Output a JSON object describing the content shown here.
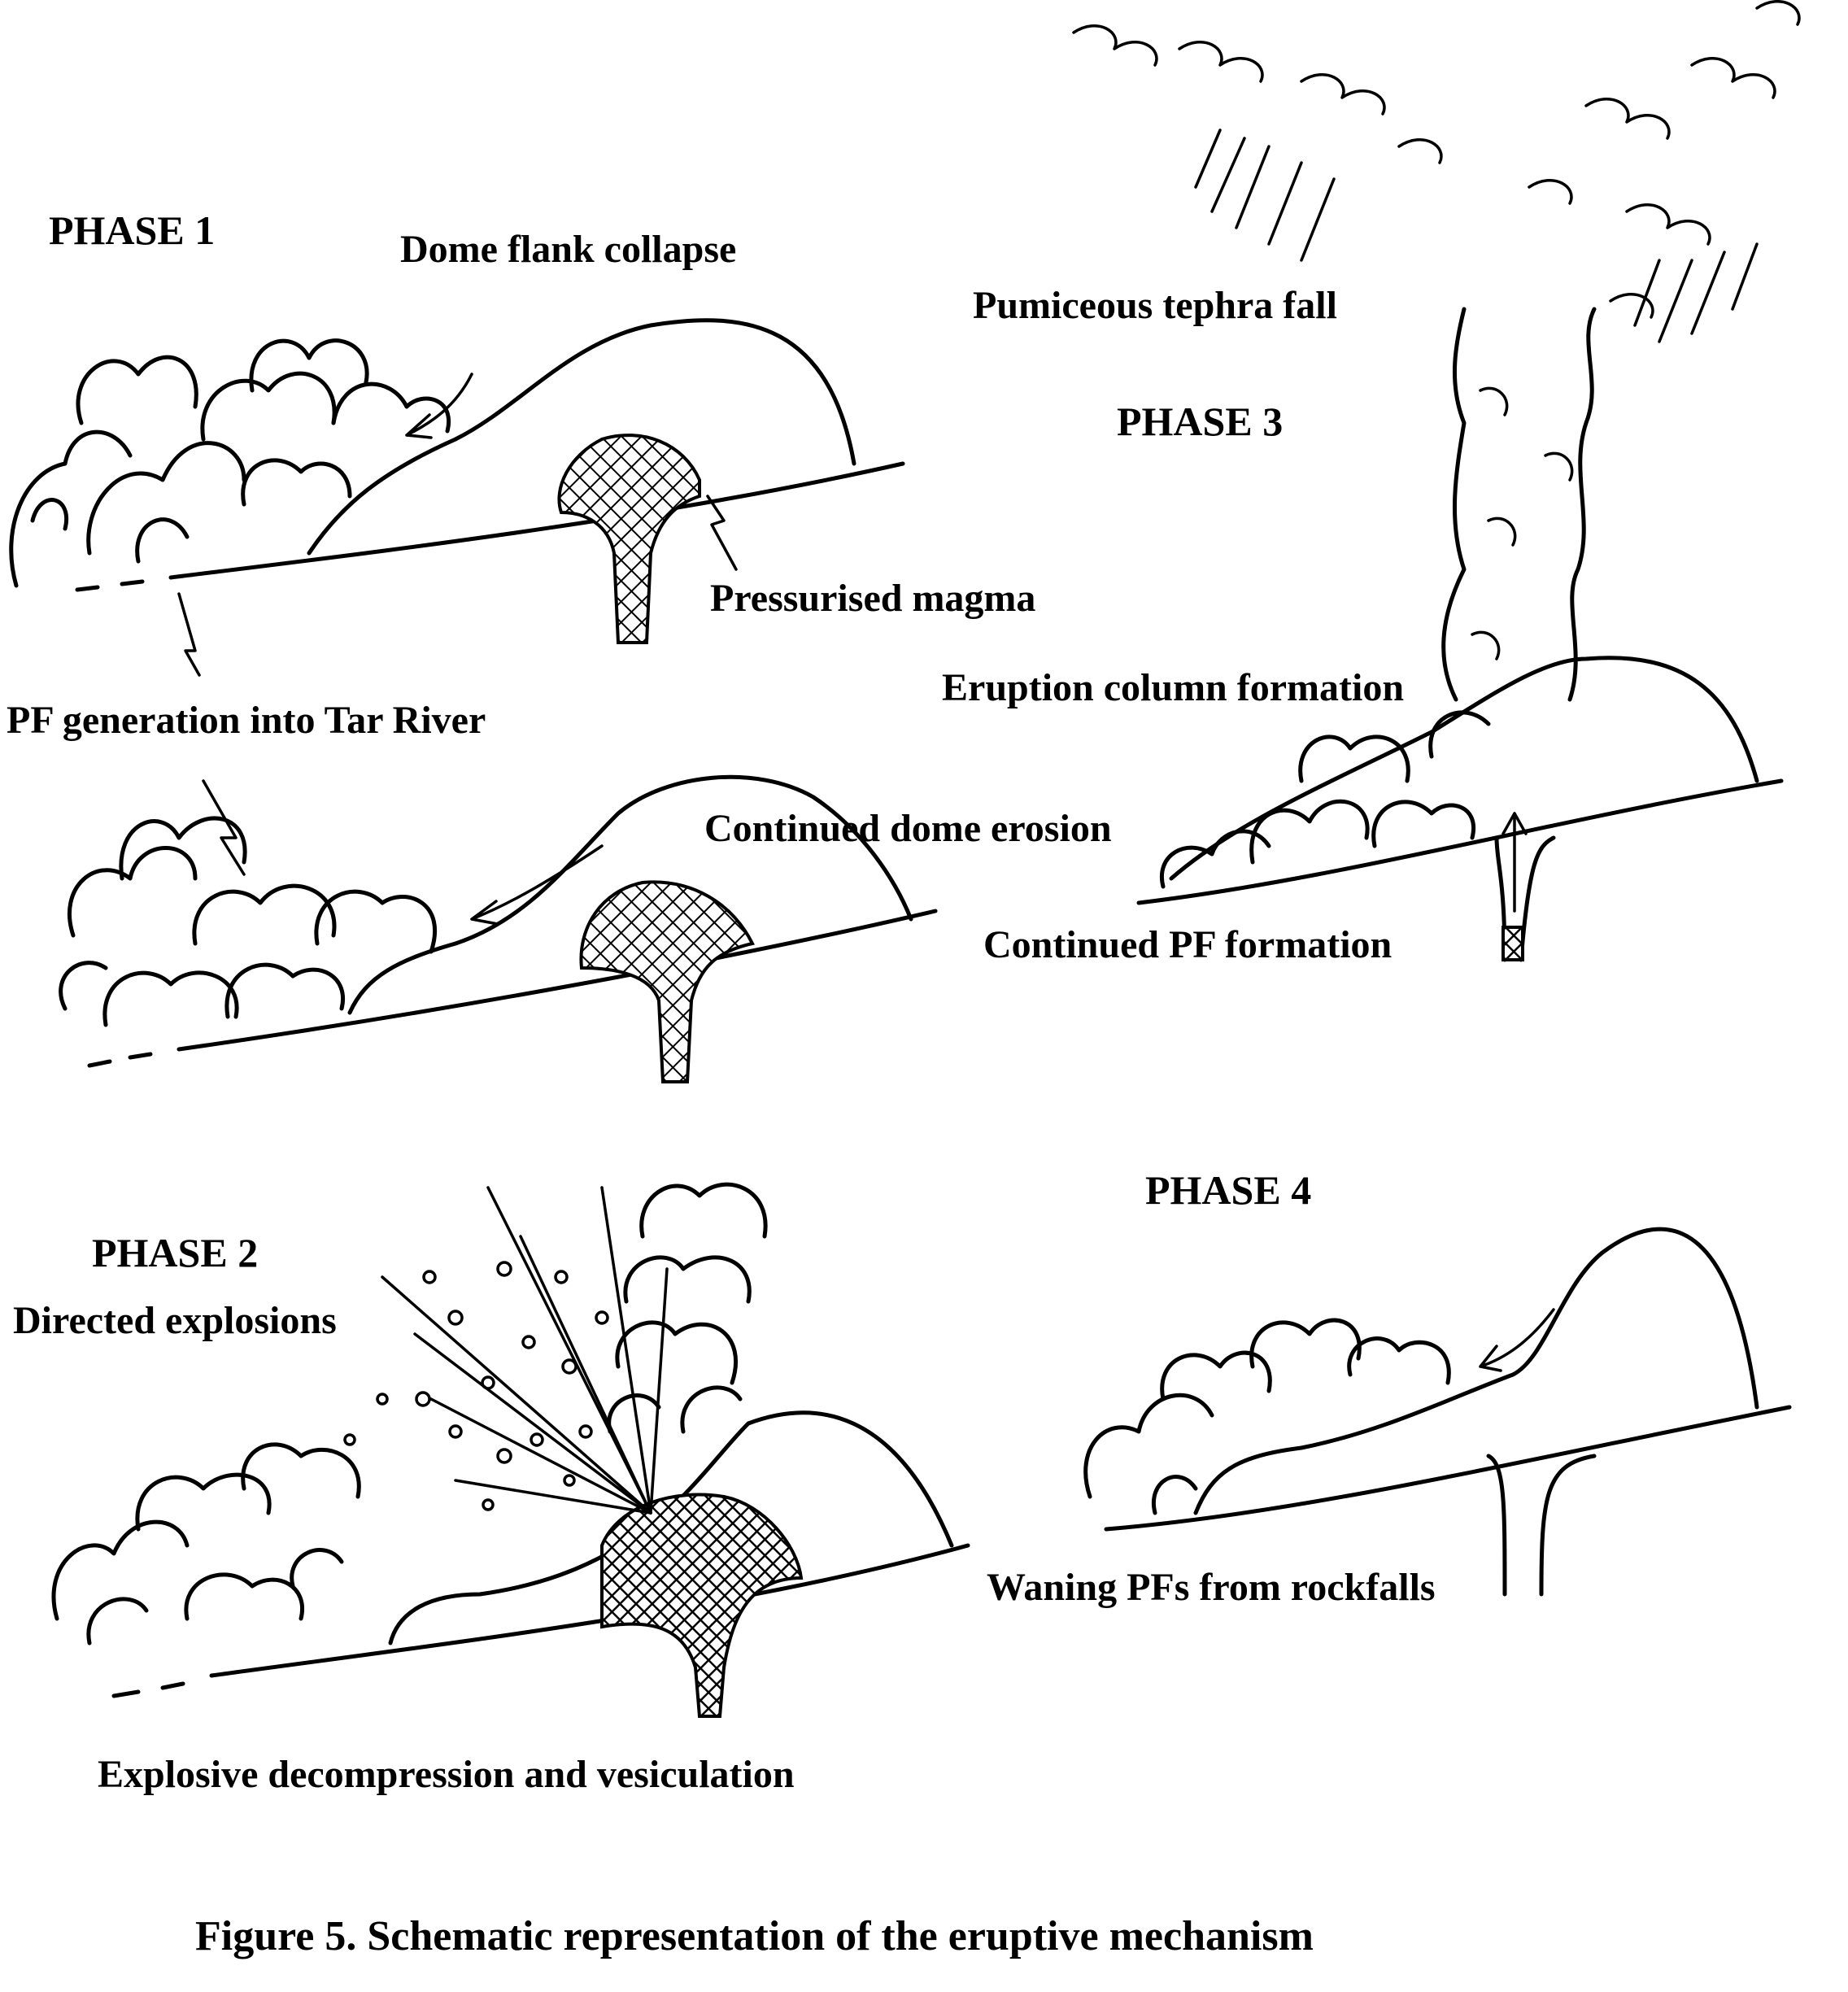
{
  "phases": {
    "p1": "PHASE 1",
    "p2": "PHASE 2",
    "p3": "PHASE 3",
    "p4": "PHASE 4"
  },
  "labels": {
    "dome_flank_collapse": "Dome flank collapse",
    "pressurised_magma": "Pressurised magma",
    "pf_generation": "PF generation into Tar River",
    "continued_dome_erosion": "Continued dome erosion",
    "directed_explosions": "Directed explosions",
    "explosive_decompression": "Explosive decompression and vesiculation",
    "pumiceous_tephra_fall": "Pumiceous tephra fall",
    "eruption_column_formation": "Eruption column formation",
    "continued_pf_formation": "Continued PF formation",
    "waning_pfs": "Waning PFs from rockfalls"
  },
  "caption": "Figure 5. Schematic representation of the eruptive mechanism"
}
